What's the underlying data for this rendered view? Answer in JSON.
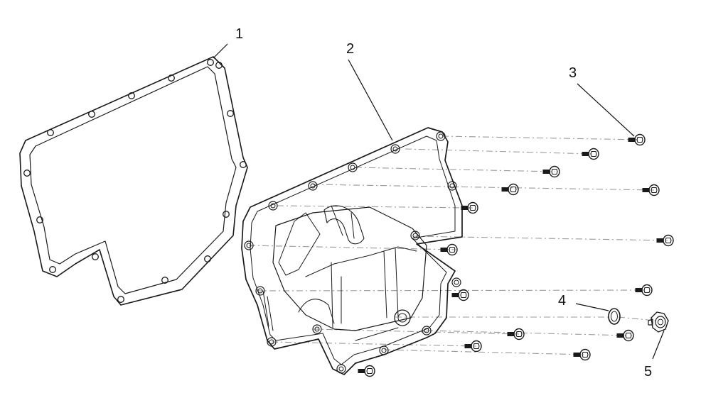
{
  "diagram": {
    "callouts": [
      {
        "id": "gasket",
        "label": "1"
      },
      {
        "id": "oil-pan",
        "label": "2"
      },
      {
        "id": "screw",
        "label": "3"
      },
      {
        "id": "sealing-washer",
        "label": "4"
      },
      {
        "id": "drain-plug",
        "label": "5"
      }
    ],
    "colors": {
      "line": "#1a1a1a",
      "dash": "#9a9a9a",
      "fill": "#ffffff"
    }
  }
}
